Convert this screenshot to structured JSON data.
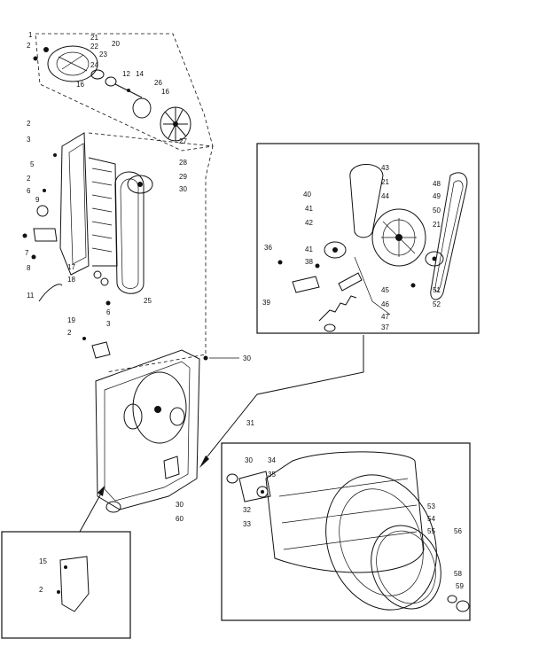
{
  "page": {
    "corner_mark": "",
    "page_mark": "",
    "callouts": [
      {
        "id": "c1",
        "text": "1"
      },
      {
        "id": "c2",
        "text": "2"
      },
      {
        "id": "c3",
        "text": "21"
      },
      {
        "id": "c4",
        "text": "22"
      },
      {
        "id": "c5",
        "text": "20"
      },
      {
        "id": "c6",
        "text": "23"
      },
      {
        "id": "c7",
        "text": "24"
      },
      {
        "id": "c8",
        "text": "12"
      },
      {
        "id": "c9",
        "text": "14"
      },
      {
        "id": "c10",
        "text": "16"
      },
      {
        "id": "c11",
        "text": "26"
      },
      {
        "id": "c12",
        "text": "16"
      },
      {
        "id": "c13",
        "text": "27"
      },
      {
        "id": "c14",
        "text": "2"
      },
      {
        "id": "c15",
        "text": "3"
      },
      {
        "id": "c16",
        "text": "5"
      },
      {
        "id": "c17",
        "text": "2"
      },
      {
        "id": "c18",
        "text": "6"
      },
      {
        "id": "c19",
        "text": "9"
      },
      {
        "id": "c20",
        "text": "7"
      },
      {
        "id": "c21",
        "text": "8"
      },
      {
        "id": "c22",
        "text": "11"
      },
      {
        "id": "c23",
        "text": "17"
      },
      {
        "id": "c24",
        "text": "18"
      },
      {
        "id": "c25",
        "text": "6"
      },
      {
        "id": "c26",
        "text": "25"
      },
      {
        "id": "c27",
        "text": "3"
      },
      {
        "id": "c28",
        "text": "28"
      },
      {
        "id": "c29",
        "text": "29"
      },
      {
        "id": "c30",
        "text": "30"
      },
      {
        "id": "c31",
        "text": "19"
      },
      {
        "id": "c32",
        "text": "2"
      },
      {
        "id": "c33",
        "text": "30"
      },
      {
        "id": "c34",
        "text": "43"
      },
      {
        "id": "c35",
        "text": "21"
      },
      {
        "id": "c36",
        "text": "44"
      },
      {
        "id": "c37",
        "text": "40"
      },
      {
        "id": "c38",
        "text": "41"
      },
      {
        "id": "c39",
        "text": "42"
      },
      {
        "id": "c40",
        "text": "48"
      },
      {
        "id": "c41",
        "text": "49"
      },
      {
        "id": "c42",
        "text": "50"
      },
      {
        "id": "c43",
        "text": "21"
      },
      {
        "id": "c44",
        "text": "36"
      },
      {
        "id": "c45",
        "text": "41"
      },
      {
        "id": "c46",
        "text": "38"
      },
      {
        "id": "c47",
        "text": "45"
      },
      {
        "id": "c48",
        "text": "51"
      },
      {
        "id": "c49",
        "text": "52"
      },
      {
        "id": "c50",
        "text": "39"
      },
      {
        "id": "c51",
        "text": "46"
      },
      {
        "id": "c52",
        "text": "47"
      },
      {
        "id": "c53",
        "text": "37"
      },
      {
        "id": "c54",
        "text": "31"
      },
      {
        "id": "c55",
        "text": "30"
      },
      {
        "id": "c56",
        "text": "34"
      },
      {
        "id": "c57",
        "text": "35"
      },
      {
        "id": "c58",
        "text": "32"
      },
      {
        "id": "c59",
        "text": "33"
      },
      {
        "id": "c60",
        "text": "53"
      },
      {
        "id": "c61",
        "text": "54"
      },
      {
        "id": "c62",
        "text": "55"
      },
      {
        "id": "c63",
        "text": "56"
      },
      {
        "id": "c64",
        "text": "58"
      },
      {
        "id": "c65",
        "text": "59"
      },
      {
        "id": "c66",
        "text": "30"
      },
      {
        "id": "c67",
        "text": "60"
      },
      {
        "id": "c68",
        "text": "15"
      },
      {
        "id": "c69",
        "text": "2"
      }
    ]
  }
}
